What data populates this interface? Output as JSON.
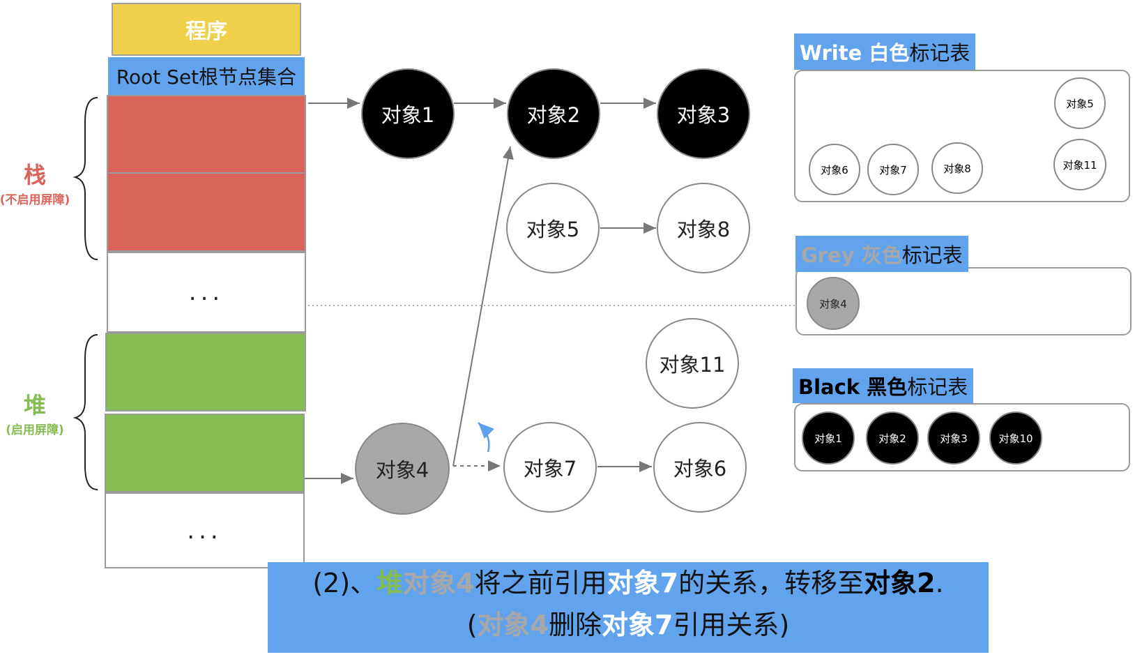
{
  "program": {
    "label": "程序"
  },
  "root_set": {
    "label": "Root Set根节点集合"
  },
  "stack_section": {
    "title": "栈",
    "subtitle": "(不启用屏障)"
  },
  "heap_section": {
    "title": "堆",
    "subtitle": "(启用屏障)"
  },
  "stack_cells": {
    "ellipsis": "..."
  },
  "heap_cells": {
    "ellipsis": "..."
  },
  "nodes": {
    "obj1": "对象1",
    "obj2": "对象2",
    "obj3": "对象3",
    "obj5": "对象5",
    "obj8": "对象8",
    "obj11": "对象11",
    "obj4": "对象4",
    "obj7": "对象7",
    "obj6": "对象6"
  },
  "white_table": {
    "head_prefix": "Write 白色",
    "head_suffix": "标记表",
    "items": [
      "对象5",
      "对象6",
      "对象7",
      "对象8",
      "对象11"
    ]
  },
  "grey_table": {
    "head_prefix": "Grey 灰色",
    "head_suffix": "标记表",
    "items": [
      "对象4"
    ]
  },
  "black_table": {
    "head_prefix": "Black 黑色",
    "head_suffix": "标记表",
    "items": [
      "对象1",
      "对象2",
      "对象3",
      "对象10"
    ]
  },
  "caption": {
    "line1": [
      "(2)、",
      "堆",
      "对象4",
      "将之前引用",
      "对象7",
      "的关系，转移至",
      "对象2",
      "."
    ],
    "line2": [
      "(",
      "对象4",
      "删除",
      "对象7",
      "引用关系)"
    ]
  },
  "colors": {
    "black_node": "#000000",
    "white_node": "#ffffff",
    "grey_node": "#a8a8a8",
    "stack_red": "#db645a",
    "heap_green": "#84bd52",
    "program_yellow": "#f0d04a",
    "header_blue": "#62a3ee"
  }
}
